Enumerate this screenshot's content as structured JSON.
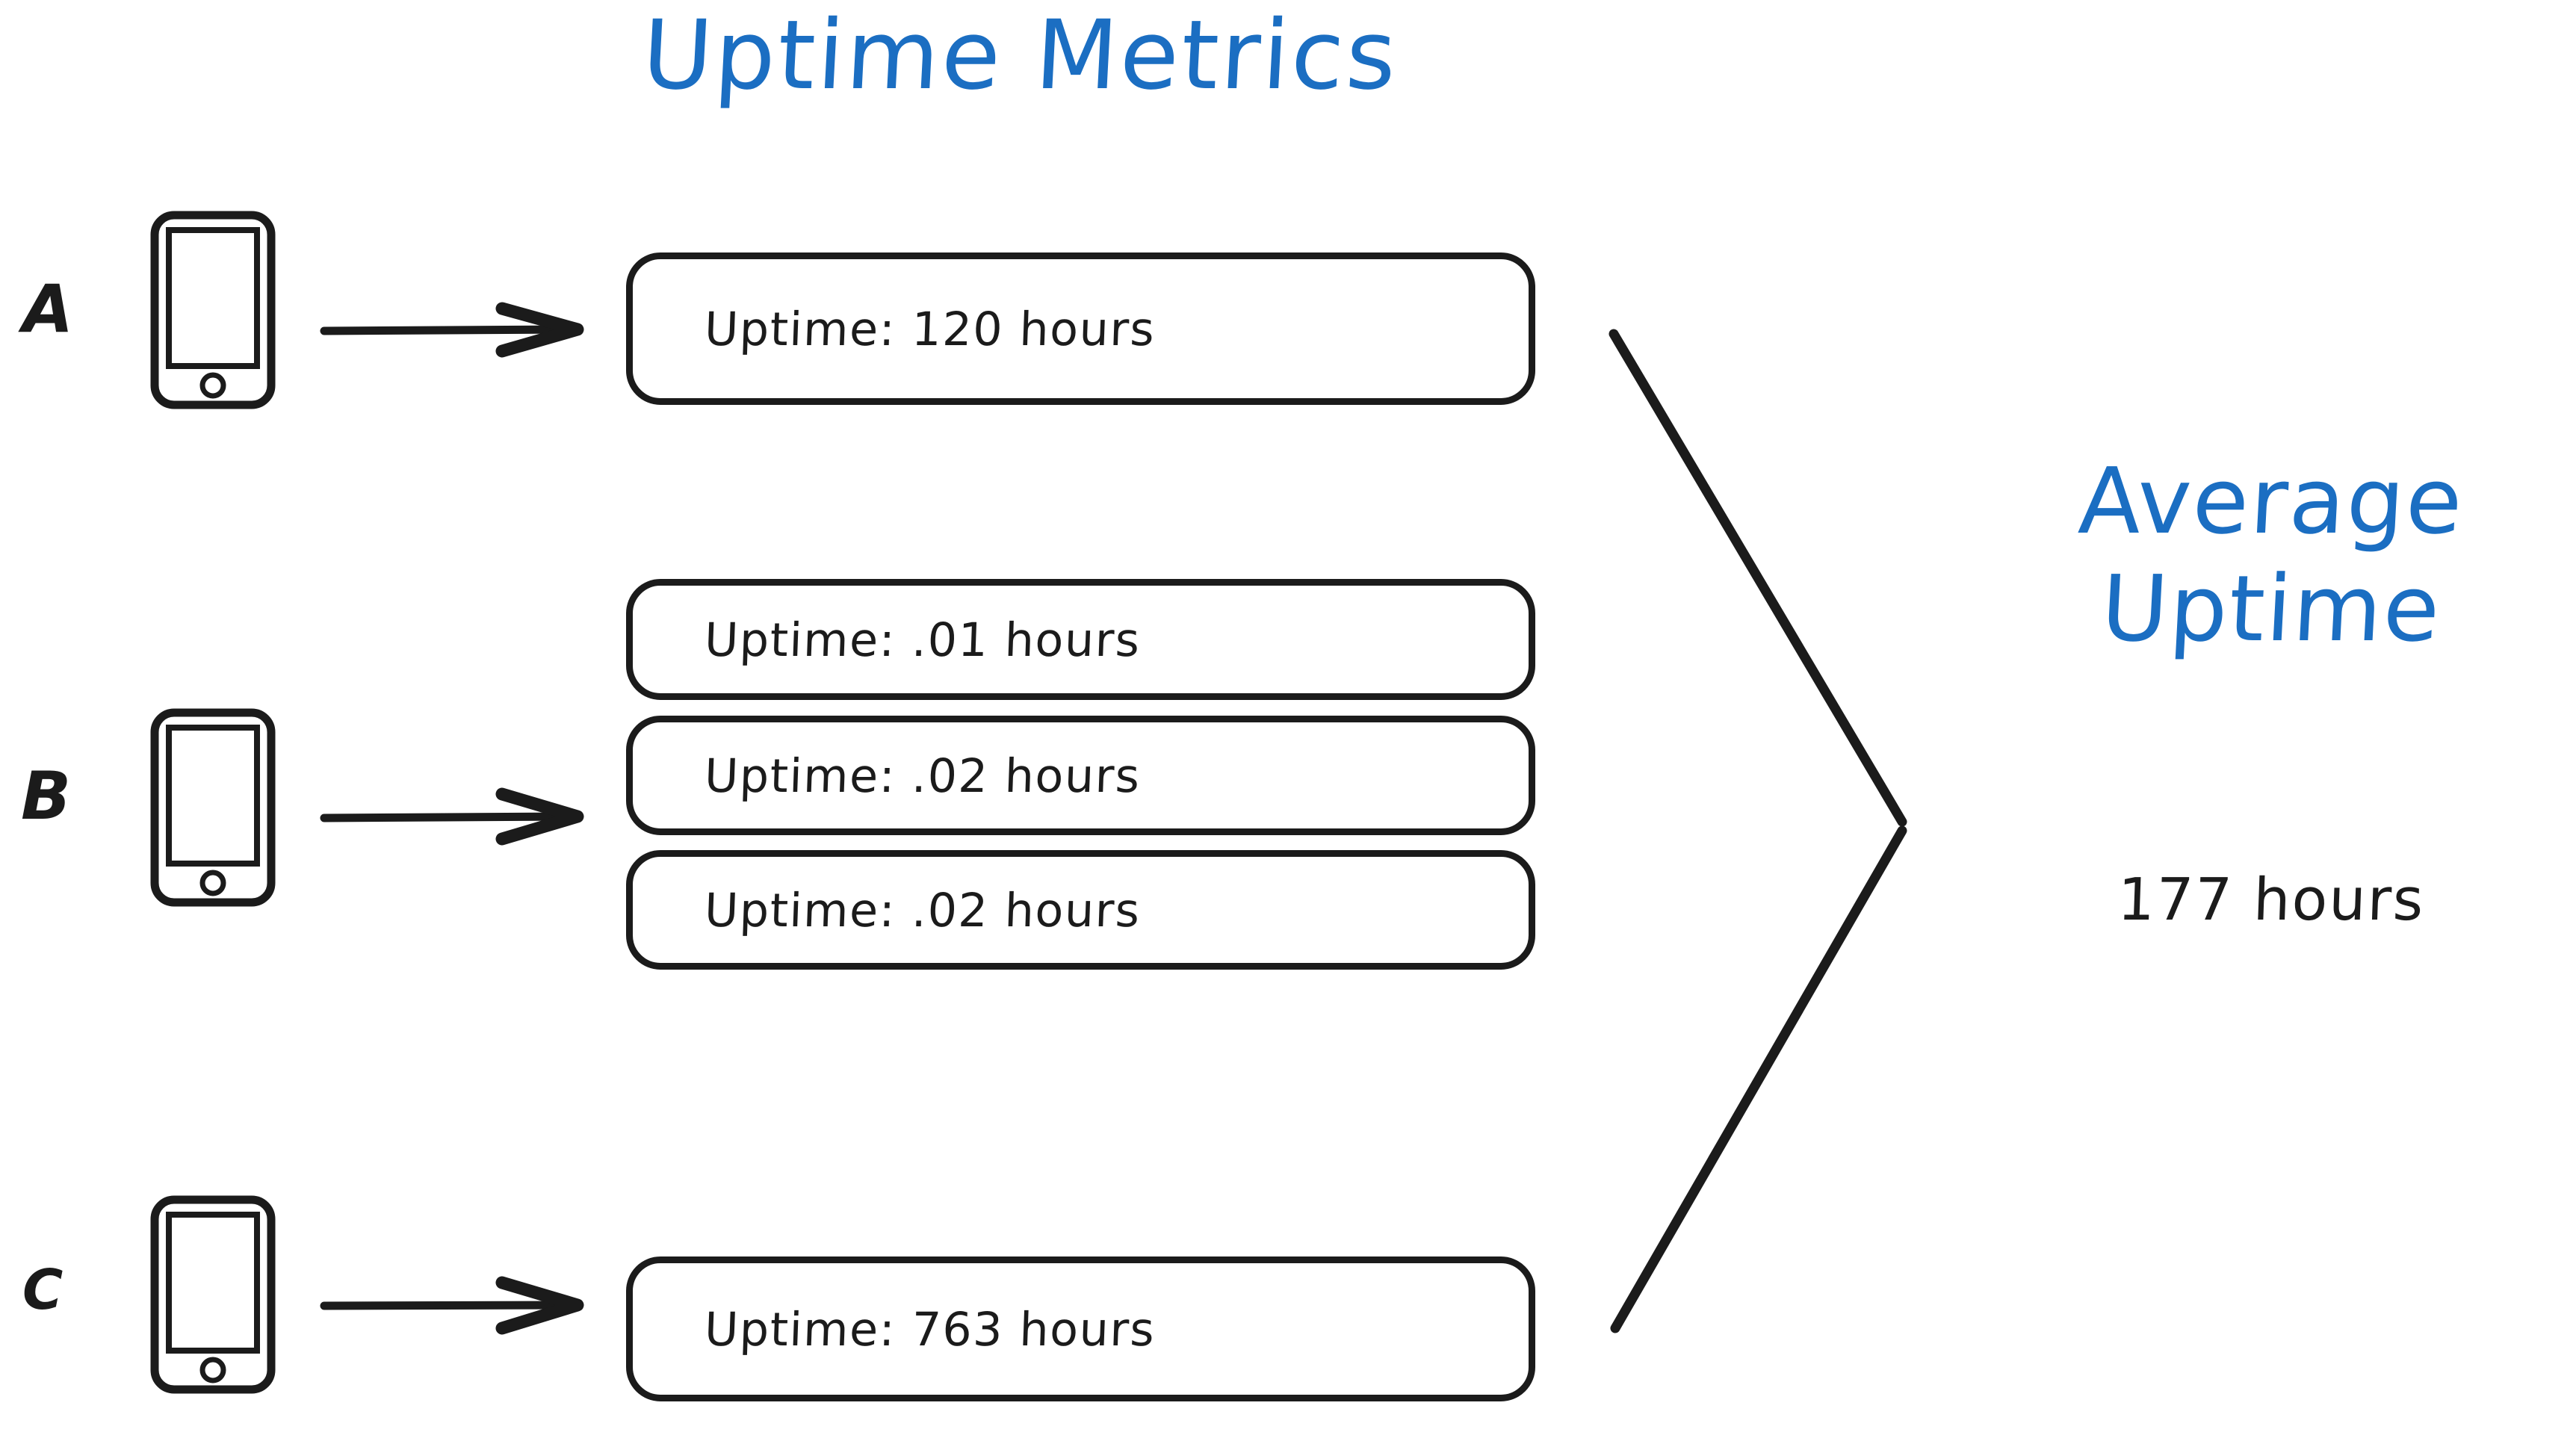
{
  "title": {
    "text": "Uptime Metrics",
    "color": "#1b6ec2"
  },
  "colors": {
    "accent_blue": "#1b6ec2",
    "ink_black": "#1b1b1b",
    "background": "#ffffff"
  },
  "devices": [
    {
      "label": "A",
      "icon": "mobile-phone-icon",
      "metrics": [
        {
          "text": "Uptime: 120 hours",
          "value": 120,
          "unit": "hours"
        }
      ]
    },
    {
      "label": "B",
      "icon": "mobile-phone-icon",
      "metrics": [
        {
          "text": "Uptime: .01 hours",
          "value": 0.01,
          "unit": "hours"
        },
        {
          "text": "Uptime: .02 hours",
          "value": 0.02,
          "unit": "hours"
        },
        {
          "text": "Uptime: .02 hours",
          "value": 0.02,
          "unit": "hours"
        }
      ]
    },
    {
      "label": "C",
      "icon": "mobile-phone-icon",
      "metrics": [
        {
          "text": "Uptime: 763 hours",
          "value": 763,
          "unit": "hours"
        }
      ]
    }
  ],
  "summary": {
    "heading_line1": "Average",
    "heading_line2": "Uptime",
    "value_text": "177 hours",
    "value": 177,
    "unit": "hours"
  },
  "connectors": {
    "arrow_a": "arrow-right-icon",
    "arrow_b": "arrow-right-icon",
    "arrow_c": "arrow-right-icon",
    "converge": "converging-bracket-icon"
  }
}
